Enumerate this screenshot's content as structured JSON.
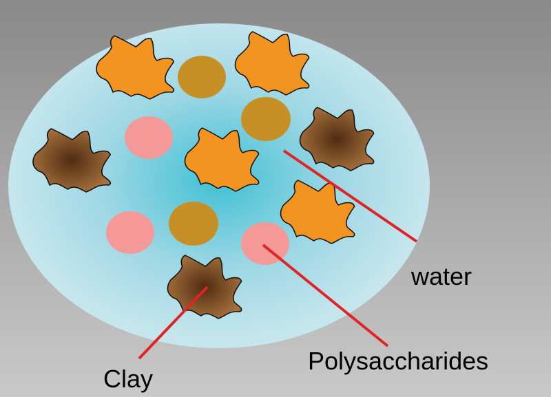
{
  "labels": {
    "water": "water",
    "polysaccharides": "Polysaccharides",
    "clay": "Clay"
  },
  "colors": {
    "background_top": "#898989",
    "background_bottom": "#c9c9c9",
    "water_center": "#40c0d4",
    "water_edge": "#c6e6ee",
    "orange_particle": "#f39320",
    "clay_center": "#4e2c12",
    "clay_edge": "#a7703c",
    "gold_circle": "#c79026",
    "pink_circle": "#f49898",
    "pointer_line": "#e02424"
  }
}
